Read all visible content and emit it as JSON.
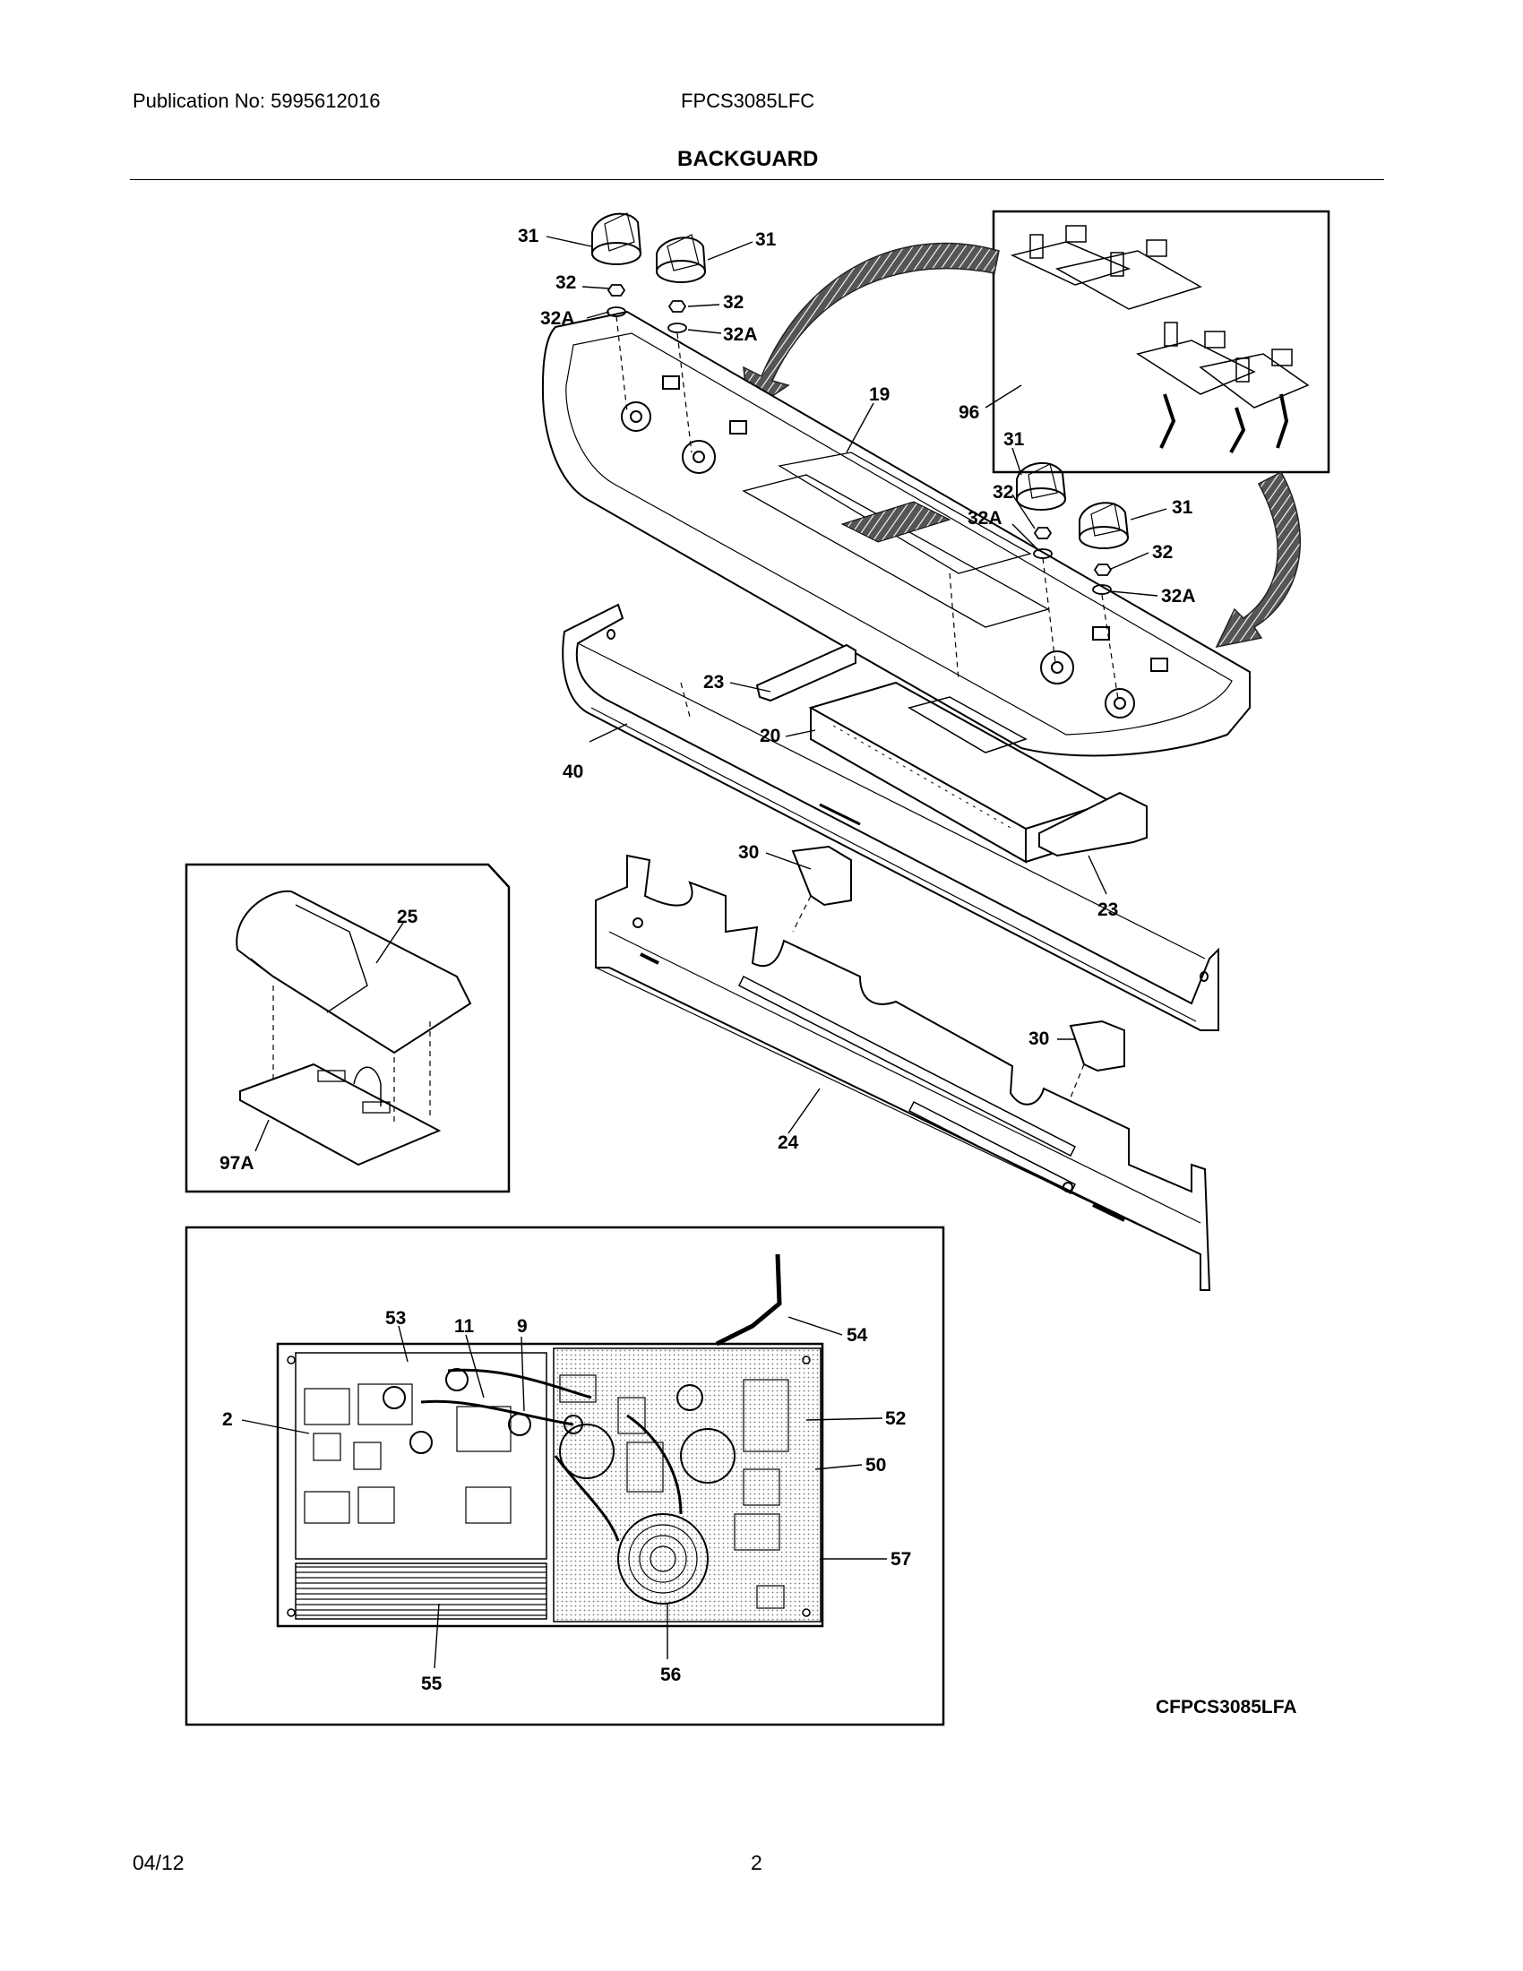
{
  "header": {
    "publication": "Publication No: 5995612016",
    "model": "FPCS3085LFC",
    "title": "BACKGUARD"
  },
  "labels": {
    "l31a": "31",
    "l31b": "31",
    "l32a": "32",
    "l32Aa": "32A",
    "l32b": "32",
    "l32Ab": "32A",
    "l19": "19",
    "l96": "96",
    "l31c": "31",
    "l32c": "32",
    "l32Ac": "32A",
    "l31d": "31",
    "l32d": "32",
    "l32Ad": "32A",
    "l23a": "23",
    "l20": "20",
    "l40": "40",
    "l23b": "23",
    "l30a": "30",
    "l30b": "30",
    "l24": "24",
    "l25": "25",
    "l97A": "97A",
    "l53": "53",
    "l11": "11",
    "l9": "9",
    "l54": "54",
    "l2": "2",
    "l52": "52",
    "l50": "50",
    "l57": "57",
    "l55": "55",
    "l56": "56"
  },
  "diagram_code": "CFPCS3085LFA",
  "footer": {
    "date": "04/12",
    "page": "2"
  }
}
